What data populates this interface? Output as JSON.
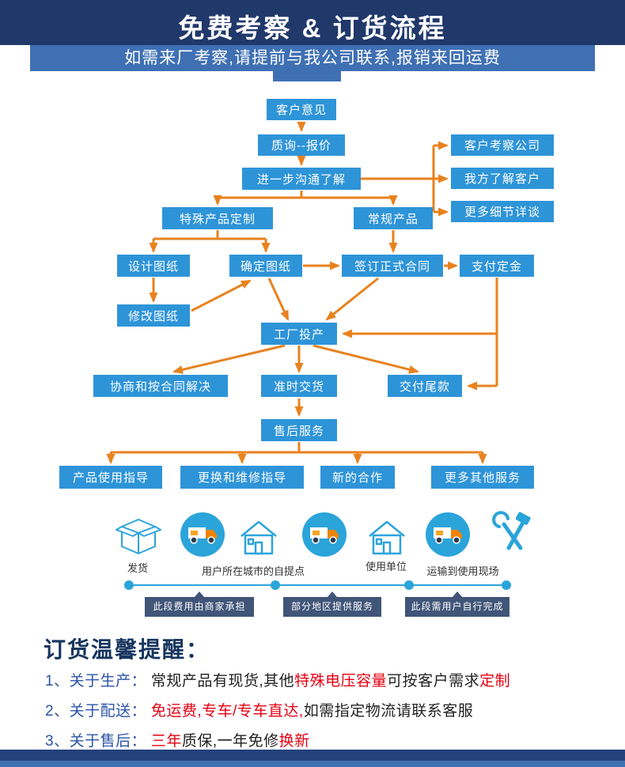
{
  "header": {
    "title": "免费考察 & 订货流程",
    "subtitle": "如需来厂考察,请提前与我公司联系,报销来回运费"
  },
  "flow": {
    "nodes": [
      "客户意见",
      "质询--报价",
      "进一步沟通了解",
      "客户考察公司",
      "我方了解客户",
      "更多细节详谈",
      "特殊产品定制",
      "常规产品",
      "设计图纸",
      "确定图纸",
      "签订正式合同",
      "支付定金",
      "修改图纸",
      "工厂投产",
      "协商和按合同解决",
      "准时交货",
      "交付尾款",
      "售后服务",
      "产品使用指导",
      "更换和维修指导",
      "新的合作",
      "更多其他服务"
    ]
  },
  "shipping": {
    "icons": [
      "package-icon",
      "delivery-truck-icon",
      "house-icon",
      "delivery-truck-icon",
      "house-icon",
      "delivery-truck-icon",
      "tools-icon"
    ],
    "labels": [
      "发货",
      "用户所在城市的自提点",
      "使用单位",
      "运输到使用现场"
    ],
    "timeline_notes": [
      "此段费用由商家承担",
      "部分地区提供服务",
      "此段需用户自行完成"
    ]
  },
  "reminder": {
    "title": "订货温馨提醒：",
    "items": [
      {
        "segments": [
          {
            "text": "1、关于生产： ",
            "style": "blue"
          },
          {
            "text": "常规产品有现货,其他",
            "style": "black"
          },
          {
            "text": "特殊电压容量",
            "style": "red"
          },
          {
            "text": "可按客户需求",
            "style": "black"
          },
          {
            "text": "定制",
            "style": "red"
          }
        ]
      },
      {
        "segments": [
          {
            "text": "2、关于配送： ",
            "style": "blue"
          },
          {
            "text": "免运费,专车/专车直达,",
            "style": "red"
          },
          {
            "text": "如需指定物流请联系客服",
            "style": "black"
          }
        ]
      },
      {
        "segments": [
          {
            "text": "3、关于售后： ",
            "style": "blue"
          },
          {
            "text": "三年",
            "style": "red"
          },
          {
            "text": "质保,一年免修",
            "style": "black"
          },
          {
            "text": "换新",
            "style": "red"
          }
        ]
      }
    ]
  },
  "theme": {
    "header_navy": "#21386b",
    "banner_blue": "#3f70b4",
    "node_blue": "#2e94d8",
    "arrow_orange": "#e8821e",
    "icon_blue": "#2ba4da",
    "note_slate": "#405578",
    "highlight_red": "#e60012",
    "label_blue": "#2b53a5"
  }
}
